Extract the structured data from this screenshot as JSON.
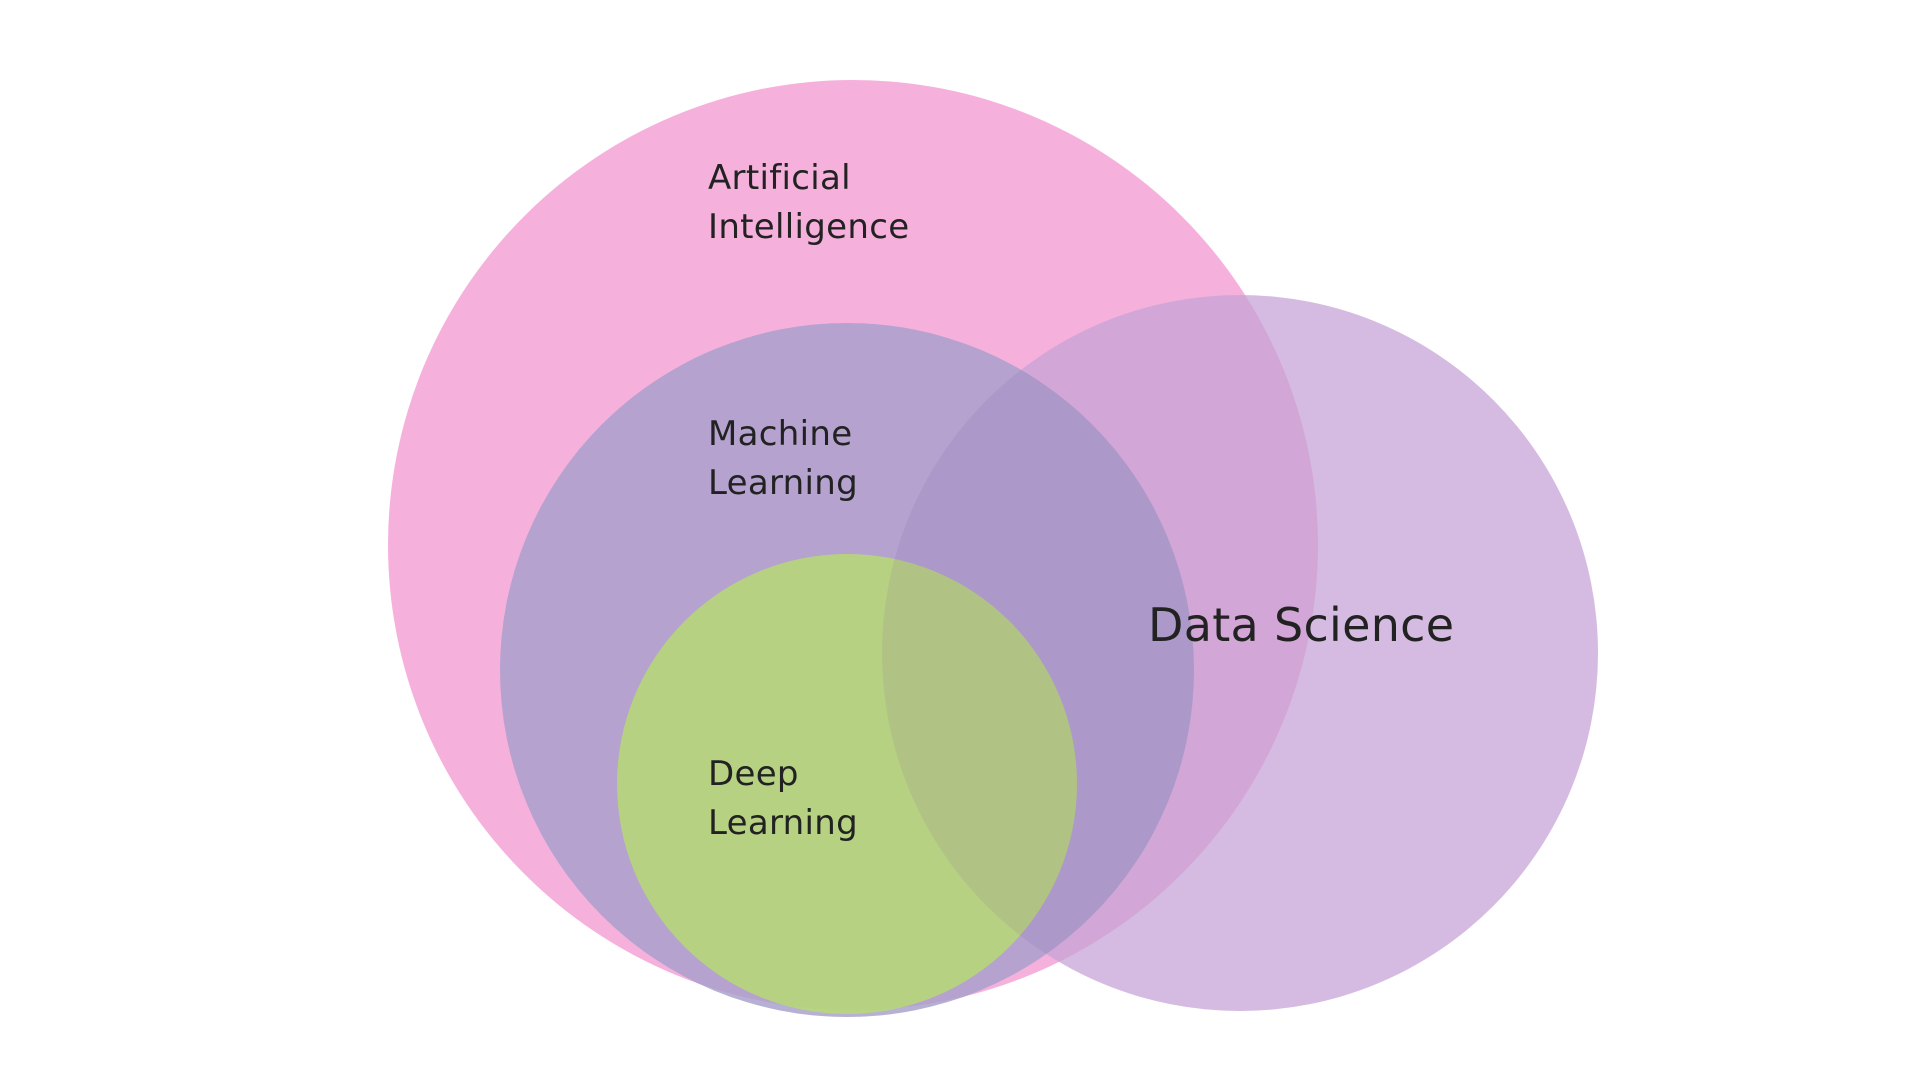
{
  "diagram": {
    "sets": [
      {
        "id": "ai",
        "label_lines": [
          "Artificial",
          "Intelligence"
        ],
        "color": "#f4a6d7"
      },
      {
        "id": "ds",
        "label_lines": [
          "Data Science"
        ],
        "color": "#d2b3e0"
      },
      {
        "id": "ml",
        "label_lines": [
          "Machine",
          "Learning"
        ],
        "color": "#a79fcc"
      },
      {
        "id": "dl",
        "label_lines": [
          "Deep",
          "Learning"
        ],
        "color": "#b7d778"
      }
    ]
  }
}
